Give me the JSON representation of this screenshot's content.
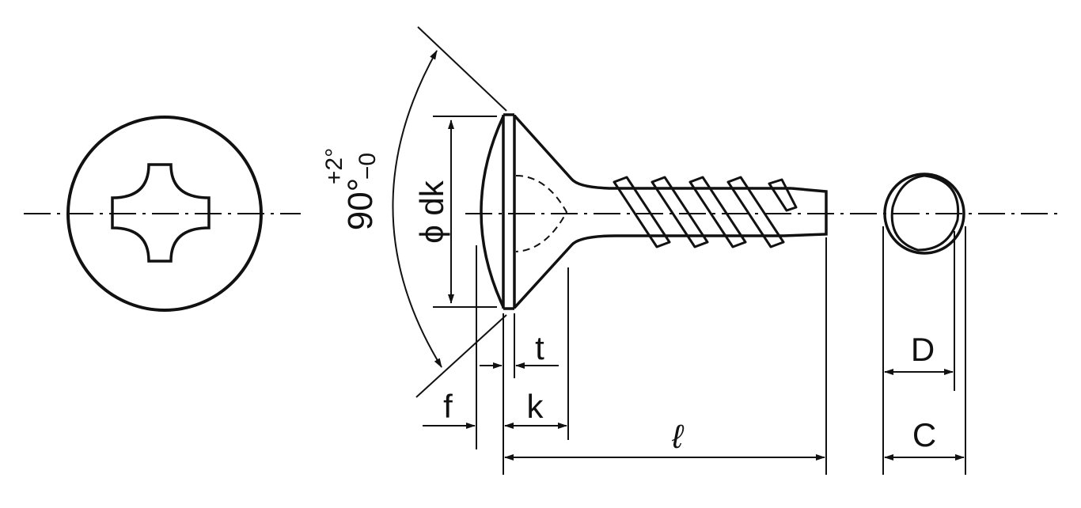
{
  "labels": {
    "dk": "dk",
    "dk_prefix": "ϕ",
    "angle": "90°",
    "tol_plus": "+2°",
    "tol_minus": "−0",
    "t": "t",
    "f": "f",
    "k": "k",
    "l": "ℓ",
    "d": "D",
    "c": "C"
  },
  "colors": {
    "line": "#111111",
    "background": "#ffffff"
  }
}
